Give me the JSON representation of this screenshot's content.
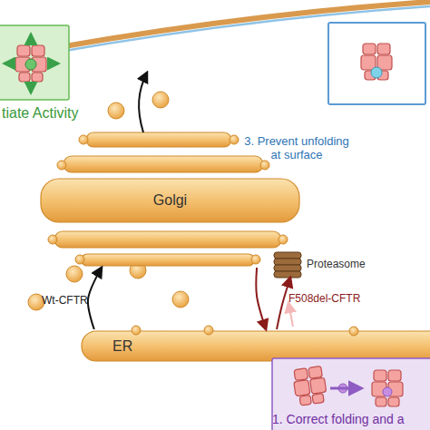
{
  "diagram": {
    "nodes": [
      {
        "text": [
          "tiate Activity"
        ]
      },
      {
        "text": [
          "3. Prevent unfolding at surface"
        ]
      },
      {
        "text": [
          "Golgi"
        ]
      },
      {
        "text": [
          "Proteasome"
        ]
      },
      {
        "text": [
          "ER"
        ]
      },
      {
        "text": [
          "1. Correct folding and a"
        ]
      }
    ],
    "edges": [
      {
        "from": 4,
        "to": 2,
        "arrow": "to",
        "label": "Wt-CFTR"
      },
      {
        "from": 2,
        "to": 4,
        "arrow": "to"
      },
      {
        "from": 4,
        "to": 3,
        "arrow": "to",
        "label": "F508del-CFTR"
      }
    ]
  }
}
